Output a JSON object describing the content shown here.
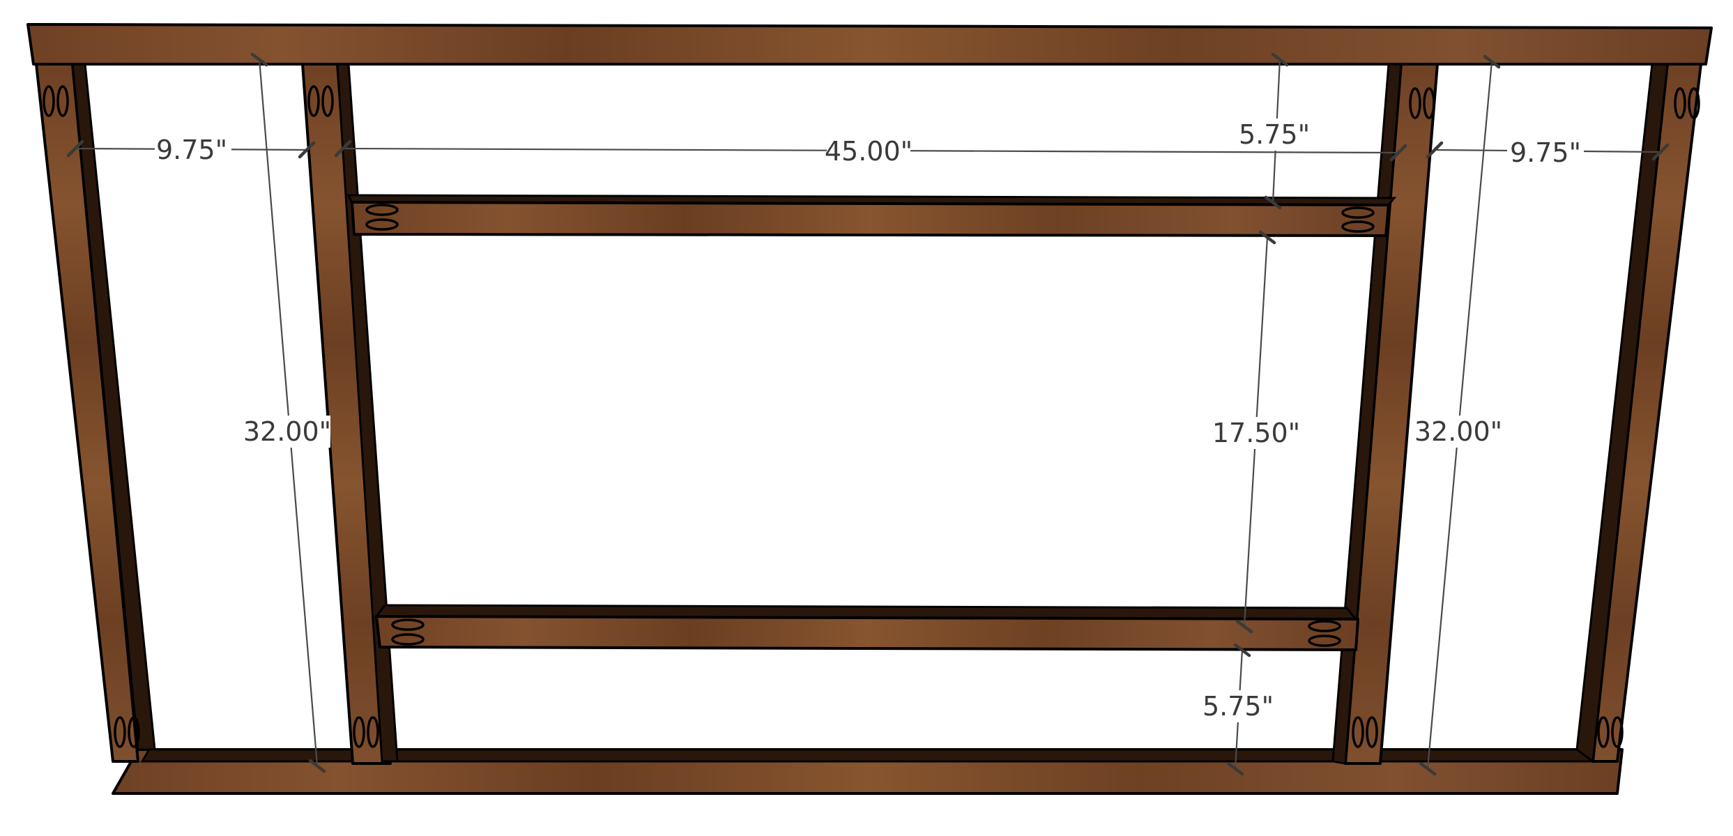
{
  "diagram": {
    "subject": "wood frame with two stiles and two rails",
    "wood_color": "#7a4a2a",
    "wood_dark": "#2a170c",
    "dimension_color": "#3a3a3a"
  },
  "dimensions": {
    "left_bay_width": "9.75\"",
    "center_width": "45.00\"",
    "right_bay_width": "9.75\"",
    "top_gap": "5.75\"",
    "rail_spacing": "17.50\"",
    "bottom_gap": "5.75\"",
    "left_stile_height": "32.00\"",
    "right_stile_height": "32.00\""
  }
}
